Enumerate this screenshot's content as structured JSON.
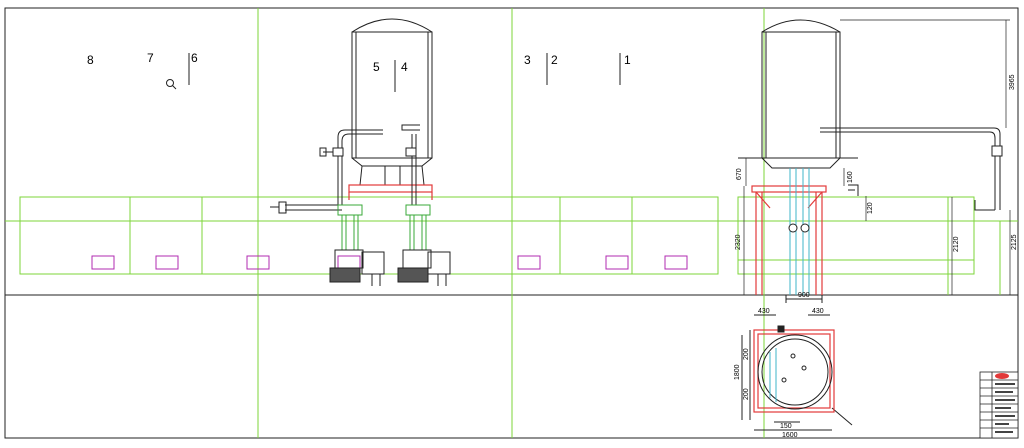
{
  "column_numbers": [
    "8",
    "7",
    "6",
    "5",
    "4",
    "3",
    "2",
    "1"
  ],
  "dimensions": {
    "tank_height": "3965",
    "upper_offset": "670",
    "short_a": "160",
    "short_b": "120",
    "stand_height": "2320",
    "pipe_height": "2120",
    "outlet_height": "2125",
    "base_width": "900",
    "left_offset": "430",
    "right_offset": "430",
    "depth": "1800",
    "upper_gap": "200",
    "lower_gap": "200",
    "bottom_offset": "150",
    "overall_width": "1600"
  },
  "colors": {
    "grid_green": "#7cd63a",
    "frame_red": "#e23a3a",
    "box_magenta": "#b02bb0",
    "pipe_cyan": "#3fb6c9",
    "drawing": "#222222"
  },
  "icons": {
    "zoom": "magnifier-icon"
  }
}
